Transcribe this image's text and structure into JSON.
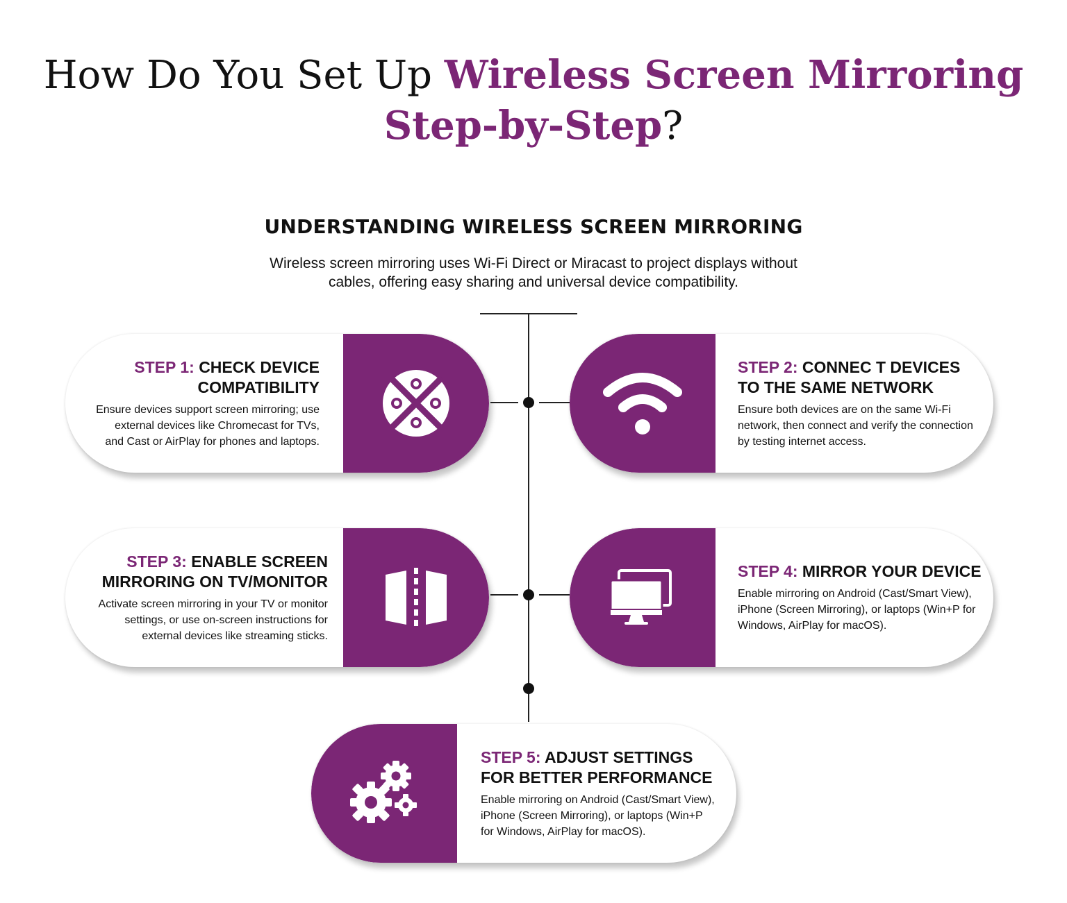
{
  "title": {
    "prefix": "How Do You Set Up ",
    "accent": "Wireless Screen Mirroring Step-by-Step",
    "suffix": "?"
  },
  "intro": {
    "heading": "UNDERSTANDING WIRELESS SCREEN MIRRORING",
    "description": "Wireless screen mirroring uses Wi-Fi Direct or Miracast to project displays without cables, offering easy sharing and universal device compatibility."
  },
  "steps": [
    {
      "label": "STEP 1:",
      "title": "CHECK DEVICE COMPATIBILITY",
      "description": "Ensure devices support screen mirroring; use external devices like Chromecast for TVs, and Cast or AirPlay for phones and laptops.",
      "icon": "puzzle-icon"
    },
    {
      "label": "STEP 2:",
      "title": "CONNEC T DEVICES TO THE SAME NETWORK",
      "description": "Ensure both devices are on the same Wi-Fi network, then connect and verify the connection by testing internet access.",
      "icon": "wifi-icon"
    },
    {
      "label": "STEP 3:",
      "title": "ENABLE SCREEN MIRRORING ON TV/MONITOR",
      "description": "Activate screen mirroring in your TV or monitor settings, or use on-screen instructions for external devices like streaming sticks.",
      "icon": "mirror-icon"
    },
    {
      "label": "STEP 4:",
      "title": "MIRROR YOUR DEVICE",
      "description": "Enable mirroring on Android (Cast/Smart View), iPhone (Screen Mirroring), or laptops (Win+P for Windows, AirPlay for macOS).",
      "icon": "dual-monitor-icon"
    },
    {
      "label": "STEP 5:",
      "title": "ADJUST SETTINGS FOR BETTER PERFORMANCE",
      "description": "Enable mirroring on Android (Cast/Smart View), iPhone (Screen Mirroring), or laptops (Win+P for Windows, AirPlay for macOS).",
      "icon": "gears-icon"
    }
  ],
  "colors": {
    "accent": "#7b2675",
    "text": "#111111",
    "background": "#ffffff"
  }
}
